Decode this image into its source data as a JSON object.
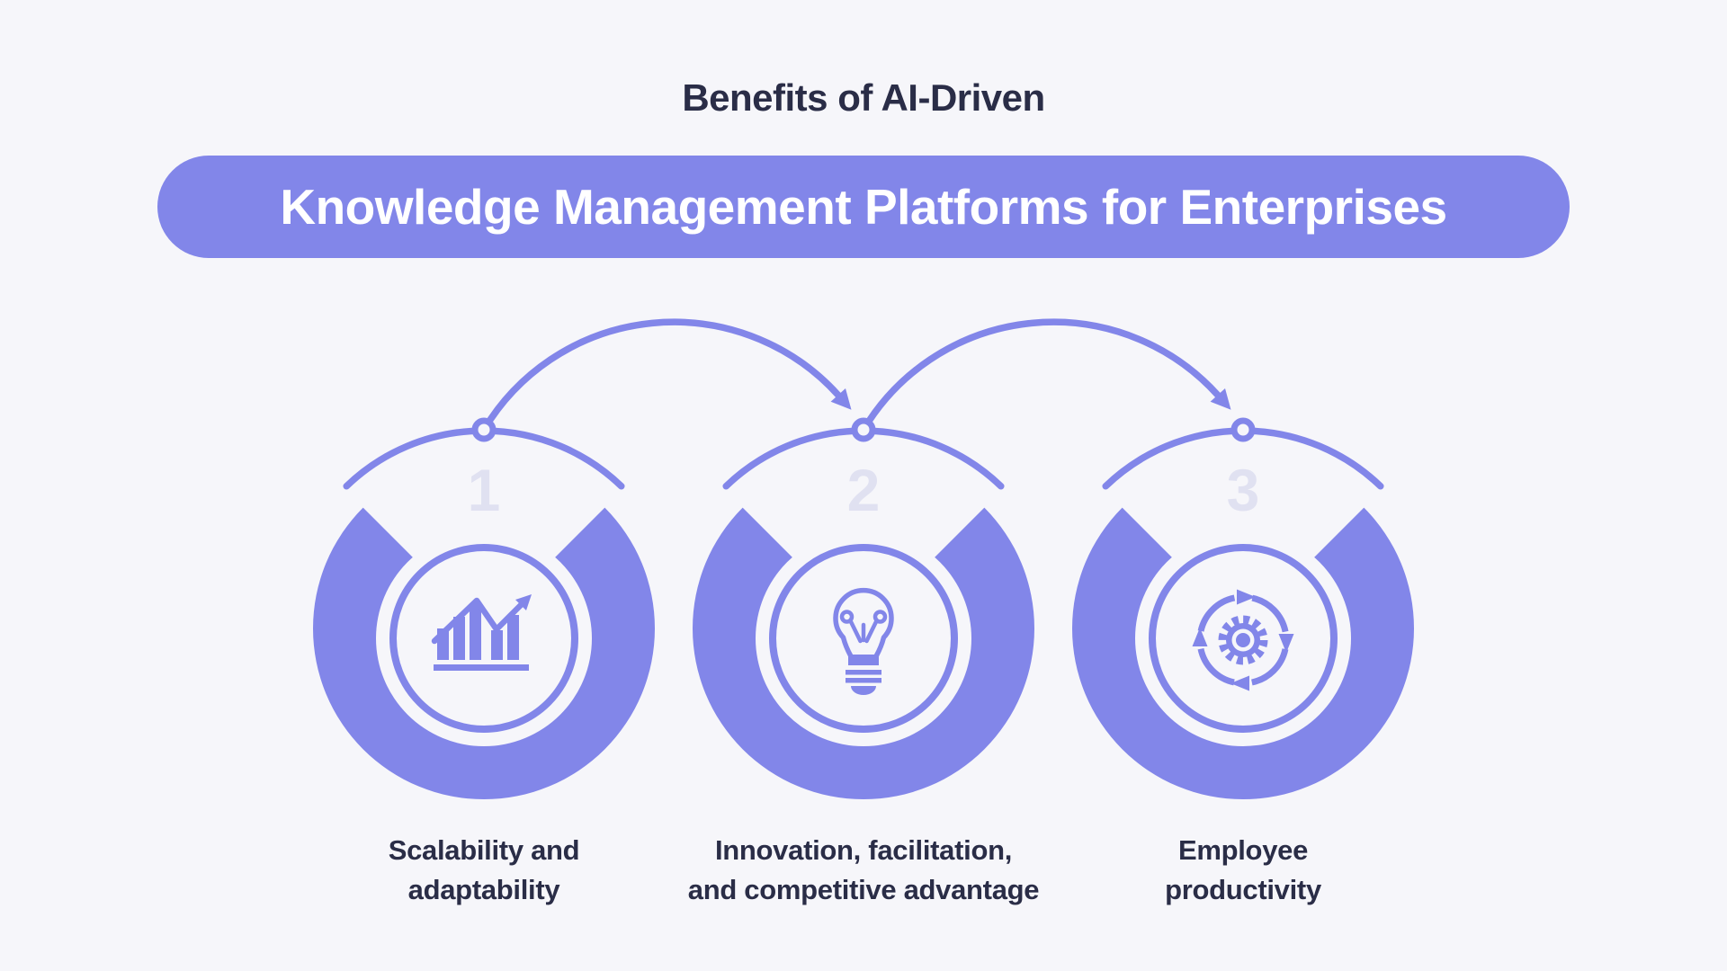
{
  "title": "Benefits of AI-Driven",
  "banner": {
    "text": "Knowledge Management Platforms for Enterprises"
  },
  "steps": [
    {
      "number": "1",
      "icon": "growth-chart-icon",
      "label": [
        "Scalability and",
        "adaptability"
      ]
    },
    {
      "number": "2",
      "icon": "lightbulb-icon",
      "label": [
        "Innovation, facilitation,",
        "and competitive advantage"
      ]
    },
    {
      "number": "3",
      "icon": "process-gear-icon",
      "label": [
        "Employee",
        "productivity"
      ]
    }
  ],
  "colors": {
    "background": "#F6F6FA",
    "accent_purple": "#8286E9",
    "step_number": "#E0E1F1",
    "text_dark": "#2A2D47",
    "banner_text": "#FFFFFF"
  }
}
